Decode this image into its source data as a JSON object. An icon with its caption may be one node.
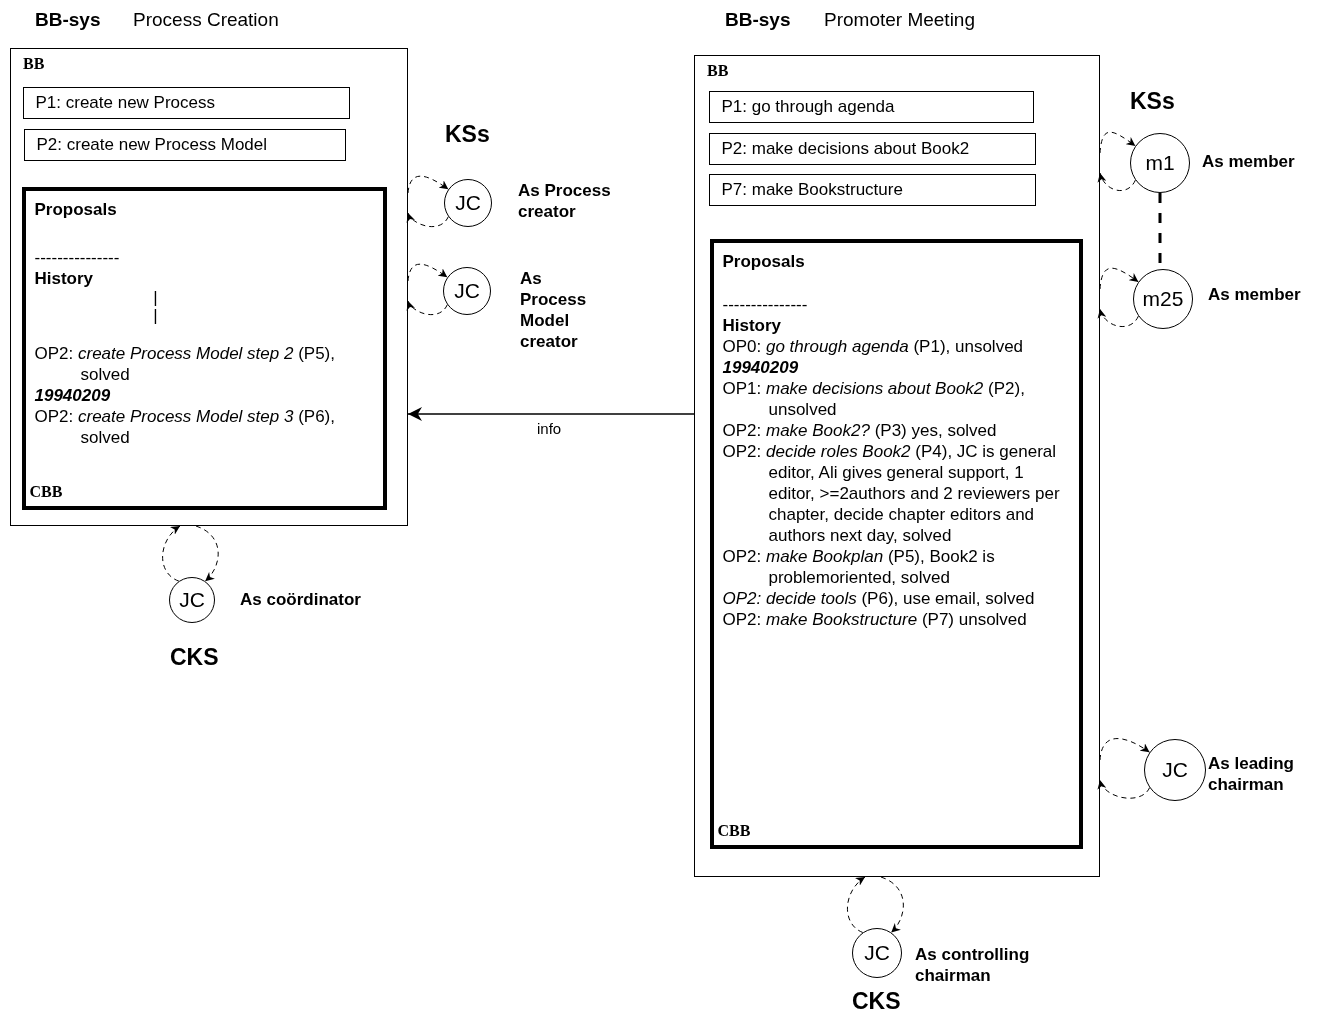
{
  "diagram": {
    "nodes": [
      {
        "text": [
          "BB-sys",
          "Process Creation",
          "BB"
        ]
      },
      {
        "text": [
          "P1: create new Process"
        ],
        "in": 0
      },
      {
        "text": [
          "P2: create new Process Model"
        ],
        "in": 0
      },
      {
        "text": [
          "Proposals",
          "---------------",
          "History",
          "| |",
          "OP2: *create Process Model step 2* (P5), solved",
          "19940209",
          "OP2: *create Process Model step 3* (P6), solved",
          "CBB"
        ],
        "in": 0
      },
      {
        "text": [
          "JC"
        ],
        "beside": [
          "As Process creator"
        ]
      },
      {
        "text": [
          "JC"
        ],
        "beside": [
          "As Process Model creator"
        ]
      },
      {
        "text": [
          "JC"
        ],
        "beside": [
          "As coördinator"
        ]
      },
      {
        "text": [
          "BB-sys",
          "Promoter Meeting",
          "BB"
        ]
      },
      {
        "text": [
          "P1: go through agenda"
        ],
        "in": 7
      },
      {
        "text": [
          "P2: make decisions about Book2"
        ],
        "in": 7
      },
      {
        "text": [
          "P7: make Bookstructure"
        ],
        "in": 7
      },
      {
        "text": [
          "Proposals",
          "---------------",
          "History",
          "OP0: *go through agenda* (P1), unsolved",
          "19940209",
          "OP1: *make decisions about Book2* (P2), unsolved",
          "OP2: *make Book2?* (P3) yes, solved",
          "OP2: *decide roles Book2* (P4), JC is general editor, Ali gives general support, 1 editor, >=2authors and 2 reviewers per chapter, decide chapter editors and authors next day, solved",
          "OP2: *make Bookplan* (P5), Book2 is problemoriented, solved",
          "*OP2: decide tools* (P6), use email, solved",
          "OP2: *make Bookstructure* (P7) unsolved",
          "CBB"
        ],
        "in": 7
      },
      {
        "text": [
          "m1"
        ],
        "beside": [
          "As member"
        ]
      },
      {
        "text": [
          "m25"
        ],
        "beside": [
          "As member"
        ]
      },
      {
        "text": [
          "JC"
        ],
        "beside": [
          "As leading chairman"
        ]
      },
      {
        "text": [
          "JC"
        ],
        "beside": [
          "As controlling chairman"
        ]
      }
    ],
    "edges": [
      {
        "from": 0,
        "to": 4,
        "arrow": "to",
        "style": "dashed"
      },
      {
        "from": 4,
        "to": 0,
        "arrow": "to",
        "style": "dashed"
      },
      {
        "from": 0,
        "to": 5,
        "arrow": "to",
        "style": "dashed"
      },
      {
        "from": 5,
        "to": 0,
        "arrow": "to",
        "style": "dashed"
      },
      {
        "from": 0,
        "to": 6,
        "arrow": "to",
        "style": "dashed"
      },
      {
        "from": 6,
        "to": 0,
        "arrow": "to",
        "style": "dashed"
      },
      {
        "from": 7,
        "to": 0,
        "arrow": "to",
        "label": "info"
      },
      {
        "from": 7,
        "to": 12,
        "arrow": "to",
        "style": "dashed"
      },
      {
        "from": 12,
        "to": 7,
        "arrow": "to",
        "style": "dashed"
      },
      {
        "from": 12,
        "to": 13,
        "arrow": "none",
        "style": "dashed"
      },
      {
        "from": 7,
        "to": 13,
        "arrow": "to",
        "style": "dashed"
      },
      {
        "from": 13,
        "to": 7,
        "arrow": "to",
        "style": "dashed"
      },
      {
        "from": 7,
        "to": 14,
        "arrow": "to",
        "style": "dashed"
      },
      {
        "from": 14,
        "to": 7,
        "arrow": "to",
        "style": "dashed"
      },
      {
        "from": 7,
        "to": 15,
        "arrow": "to",
        "style": "dashed"
      },
      {
        "from": 15,
        "to": 7,
        "arrow": "to",
        "style": "dashed"
      }
    ],
    "labels": [
      "KSs",
      "CKS",
      "KSs",
      "CKS"
    ]
  }
}
